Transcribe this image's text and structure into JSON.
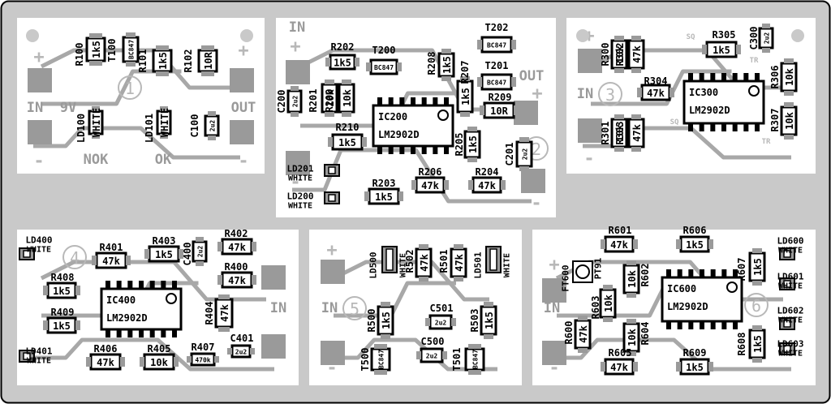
{
  "colors": {
    "board": "#c9c9c9",
    "panel": "#ffffff",
    "copper": "#a8a8a8",
    "ink": "#000000",
    "pad": "#9a9a9a",
    "label_gray": "#b8b8b8"
  },
  "panels": [
    {
      "id": "1",
      "texts": [
        {
          "t": "+",
          "g": "muted"
        },
        {
          "t": "+",
          "g": "muted"
        },
        {
          "t": "IN",
          "g": "gray"
        },
        {
          "t": "9V",
          "g": "gray"
        },
        {
          "t": "OUT",
          "g": "gray"
        },
        {
          "t": "-",
          "g": "muted"
        },
        {
          "t": "-",
          "g": "muted"
        },
        {
          "t": "NOK",
          "g": "gray"
        },
        {
          "t": "OK",
          "g": "gray"
        }
      ],
      "parts": [
        {
          "ref": "R100",
          "val": "1k5",
          "k": "res"
        },
        {
          "ref": "T100",
          "val": "BC847",
          "k": "tr"
        },
        {
          "ref": "R101",
          "val": "1k5",
          "k": "res"
        },
        {
          "ref": "R102",
          "val": "10R",
          "k": "res"
        },
        {
          "ref": "LD100",
          "val": "WHITE",
          "k": "led"
        },
        {
          "ref": "LD101",
          "val": "WHITE",
          "k": "led"
        },
        {
          "ref": "C100",
          "val": "2u2",
          "k": "cap"
        }
      ]
    },
    {
      "id": "2",
      "texts": [
        {
          "t": "IN",
          "g": "gray"
        },
        {
          "t": "+",
          "g": "muted"
        },
        {
          "t": "OUT",
          "g": "gray"
        },
        {
          "t": "+",
          "g": "muted"
        },
        {
          "t": "-",
          "g": "muted"
        },
        {
          "t": "-",
          "g": "muted"
        }
      ],
      "parts": [
        {
          "ref": "R202",
          "val": "1k5",
          "k": "res"
        },
        {
          "ref": "T200",
          "val": "BC847",
          "k": "tr"
        },
        {
          "ref": "R208",
          "val": "1k5",
          "k": "res"
        },
        {
          "ref": "T202",
          "val": "BC847",
          "k": "tr"
        },
        {
          "ref": "T201",
          "val": "BC847",
          "k": "tr"
        },
        {
          "ref": "R207",
          "val": "1k5",
          "k": "res"
        },
        {
          "ref": "R209",
          "val": "10R",
          "k": "res"
        },
        {
          "ref": "C200",
          "val": "2u2",
          "k": "cap"
        },
        {
          "ref": "R201",
          "val": "10k",
          "k": "res"
        },
        {
          "ref": "R200",
          "val": "10k",
          "k": "res"
        },
        {
          "ref": "IC200",
          "val": "LM2902D",
          "k": "ic"
        },
        {
          "ref": "R210",
          "val": "1k5",
          "k": "res"
        },
        {
          "ref": "R205",
          "val": "1k5",
          "k": "res"
        },
        {
          "ref": "C201",
          "val": "2u2",
          "k": "cap"
        },
        {
          "ref": "R206",
          "val": "47k",
          "k": "res"
        },
        {
          "ref": "R204",
          "val": "47k",
          "k": "res"
        },
        {
          "ref": "R203",
          "val": "1k5",
          "k": "res"
        },
        {
          "ref": "LD201",
          "val": "WHITE",
          "k": "led"
        },
        {
          "ref": "LD200",
          "val": "WHITE",
          "k": "led"
        }
      ]
    },
    {
      "id": "3",
      "texts": [
        {
          "t": "+",
          "g": "muted"
        },
        {
          "t": "IN",
          "g": "gray"
        },
        {
          "t": "-",
          "g": "muted"
        },
        {
          "t": "SQ",
          "g": "muted"
        },
        {
          "t": "TR",
          "g": "muted"
        },
        {
          "t": "SQ",
          "g": "muted"
        },
        {
          "t": "TR",
          "g": "muted"
        }
      ],
      "parts": [
        {
          "ref": "R305",
          "val": "1k5",
          "k": "res"
        },
        {
          "ref": "C300",
          "val": "2u2",
          "k": "cap"
        },
        {
          "ref": "R300",
          "val": "10k",
          "k": "res"
        },
        {
          "ref": "R302",
          "val": "47k",
          "k": "res"
        },
        {
          "ref": "R304",
          "val": "47k",
          "k": "res"
        },
        {
          "ref": "R306",
          "val": "10k",
          "k": "res"
        },
        {
          "ref": "IC300",
          "val": "LM2902D",
          "k": "ic"
        },
        {
          "ref": "R301",
          "val": "10k",
          "k": "res"
        },
        {
          "ref": "R303",
          "val": "47k",
          "k": "res"
        },
        {
          "ref": "R307",
          "val": "10k",
          "k": "res"
        }
      ]
    },
    {
      "id": "4",
      "texts": [
        {
          "t": "IN",
          "g": "gray"
        }
      ],
      "parts": [
        {
          "ref": "LD400",
          "val": "WHITE",
          "k": "led"
        },
        {
          "ref": "R401",
          "val": "47k",
          "k": "res"
        },
        {
          "ref": "R403",
          "val": "1k5",
          "k": "res"
        },
        {
          "ref": "C400",
          "val": "2u2",
          "k": "cap"
        },
        {
          "ref": "R402",
          "val": "47k",
          "k": "res"
        },
        {
          "ref": "R408",
          "val": "1k5",
          "k": "res"
        },
        {
          "ref": "R400",
          "val": "47k",
          "k": "res"
        },
        {
          "ref": "IC400",
          "val": "LM2902D",
          "k": "ic"
        },
        {
          "ref": "R409",
          "val": "1k5",
          "k": "res"
        },
        {
          "ref": "R404",
          "val": "47k",
          "k": "res"
        },
        {
          "ref": "C401",
          "val": "2u2",
          "k": "cap"
        },
        {
          "ref": "R406",
          "val": "47k",
          "k": "res"
        },
        {
          "ref": "R405",
          "val": "10k",
          "k": "res"
        },
        {
          "ref": "R407",
          "val": "470k",
          "k": "res"
        },
        {
          "ref": "LD401",
          "val": "WHITE",
          "k": "led"
        }
      ]
    },
    {
      "id": "5",
      "texts": [
        {
          "t": "+",
          "g": "muted"
        },
        {
          "t": "IN",
          "g": "gray"
        },
        {
          "t": "-",
          "g": "muted"
        }
      ],
      "parts": [
        {
          "ref": "LD500",
          "val": "WHITE",
          "k": "led"
        },
        {
          "ref": "R502",
          "val": "47k",
          "k": "res"
        },
        {
          "ref": "R501",
          "val": "47k",
          "k": "res"
        },
        {
          "ref": "LD501",
          "val": "WHITE",
          "k": "led"
        },
        {
          "ref": "R500",
          "val": "1k5",
          "k": "res"
        },
        {
          "ref": "C501",
          "val": "2u2",
          "k": "cap"
        },
        {
          "ref": "R503",
          "val": "1k5",
          "k": "res"
        },
        {
          "ref": "C500",
          "val": "2u2",
          "k": "cap"
        },
        {
          "ref": "T500",
          "val": "BC847",
          "k": "tr"
        },
        {
          "ref": "T501",
          "val": "BC847",
          "k": "tr"
        }
      ]
    },
    {
      "id": "6",
      "texts": [
        {
          "t": "+",
          "g": "muted"
        },
        {
          "t": "IN",
          "g": "gray"
        },
        {
          "t": "-",
          "g": "muted"
        }
      ],
      "parts": [
        {
          "ref": "R601",
          "val": "47k",
          "k": "res"
        },
        {
          "ref": "R606",
          "val": "1k5",
          "k": "res"
        },
        {
          "ref": "FT600",
          "val": "PT91",
          "k": "photo"
        },
        {
          "ref": "R602",
          "val": "10k",
          "k": "res"
        },
        {
          "ref": "R607",
          "val": "1k5",
          "k": "res"
        },
        {
          "ref": "R603",
          "val": "10k",
          "k": "res"
        },
        {
          "ref": "IC600",
          "val": "LM2902D",
          "k": "ic"
        },
        {
          "ref": "R600",
          "val": "47k",
          "k": "res"
        },
        {
          "ref": "R604",
          "val": "10k",
          "k": "res"
        },
        {
          "ref": "R605",
          "val": "47k",
          "k": "res"
        },
        {
          "ref": "R609",
          "val": "1k5",
          "k": "res"
        },
        {
          "ref": "R608",
          "val": "1k5",
          "k": "res"
        },
        {
          "ref": "LD600",
          "val": "WHITE",
          "k": "led"
        },
        {
          "ref": "LD601",
          "val": "WHITE",
          "k": "led"
        },
        {
          "ref": "LD602",
          "val": "WHITE",
          "k": "led"
        },
        {
          "ref": "LD603",
          "val": "WHITE",
          "k": "led"
        }
      ]
    }
  ]
}
